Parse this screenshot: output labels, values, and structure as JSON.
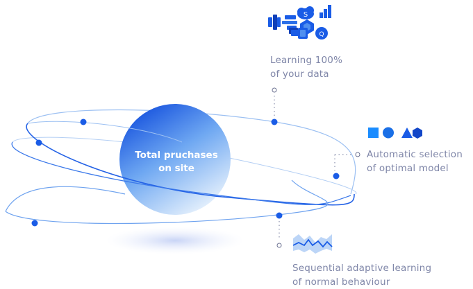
{
  "center": {
    "line1": "Total pruchases",
    "line2": "on site"
  },
  "features": [
    {
      "line1": "Learning 100%",
      "line2": "of your data"
    },
    {
      "line1": "Automatic selection",
      "line2": "of optimal model"
    },
    {
      "line1": "Sequential adaptive learning",
      "line2": "of normal behaviour"
    }
  ],
  "icons": {
    "data_sources": [
      "connector-icon",
      "grid-icon",
      "cloud-icon",
      "bar-chart-icon",
      "hexagon-icon",
      "stack-icon",
      "cube-icon",
      "search-badge-icon"
    ],
    "cloud_letter": "S",
    "badge_letter": "Q",
    "models": [
      "square-icon",
      "circle-icon",
      "triangle-icon",
      "hexagon-icon"
    ],
    "sequence": "line-chart-icon"
  },
  "colors": {
    "primary": "#1a5ce6",
    "orbit": "#2f6be0",
    "label": "#7f86a8",
    "sphere_light": "#d6e8fb"
  }
}
